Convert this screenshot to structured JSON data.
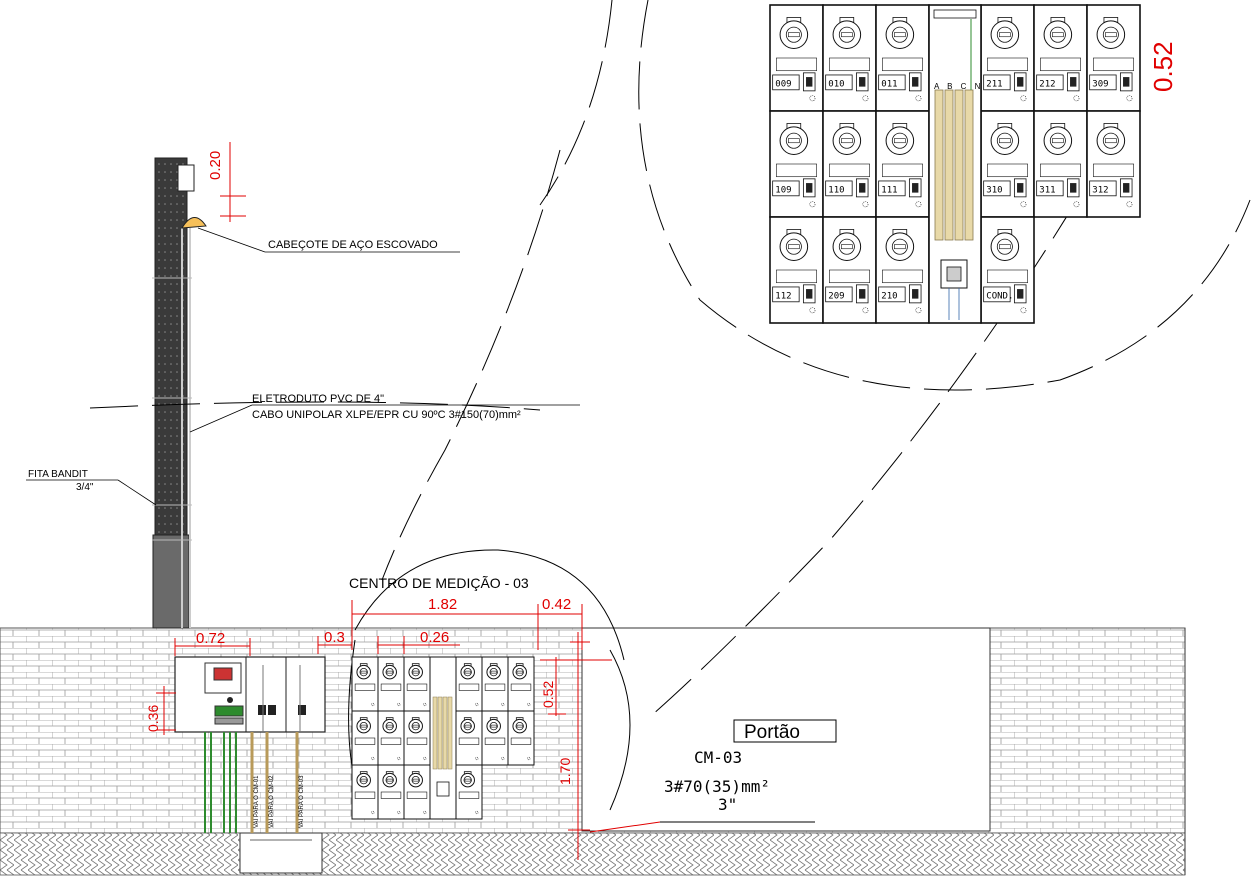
{
  "notes": {
    "cabecote": "CABEÇOTE DE AÇO ESCOVADO",
    "eletroduto": "ELETRODUTO PVC DE 4\"",
    "cabo": "CABO UNIPOLAR XLPE/EPR CU 90ºC 3#150(70)mm²",
    "fita_line1": "FITA BANDIT",
    "fita_line2": "3/4\"",
    "centro": "CENTRO DE MEDIÇÃO - 03",
    "portao": "Portão",
    "cm_id": "CM-03",
    "cm_cable": "3#70(35)mm²",
    "cm_duct": "3\""
  },
  "dimensions": {
    "d020": "0.20",
    "d072": "0.72",
    "d036": "0.36",
    "d03": "0.3",
    "d182": "1.82",
    "d026": "0.26",
    "d042": "0.42",
    "d052_small": "0.52",
    "d170": "1.70",
    "d052_large": "0.52"
  },
  "busbar_phases": "A B C N",
  "meters_top": [
    "009",
    "010",
    "011",
    "211",
    "212",
    "309"
  ],
  "meters_mid": [
    "109",
    "110",
    "111",
    "310",
    "311",
    "312"
  ],
  "meters_bot": [
    "112",
    "209",
    "210",
    "COND."
  ],
  "conduit_tags": [
    "VAI PARA O CM-01",
    "VAI PARA O CM-02",
    "VAI PARA O CM-03"
  ],
  "colors": {
    "dimension": "#e00000",
    "pole": "#5a5a5a",
    "wall": "#8a8a8a",
    "busbar": "#e8d9a8",
    "cable_green": "#2e8b2e",
    "cable_tan": "#b89a5a"
  }
}
